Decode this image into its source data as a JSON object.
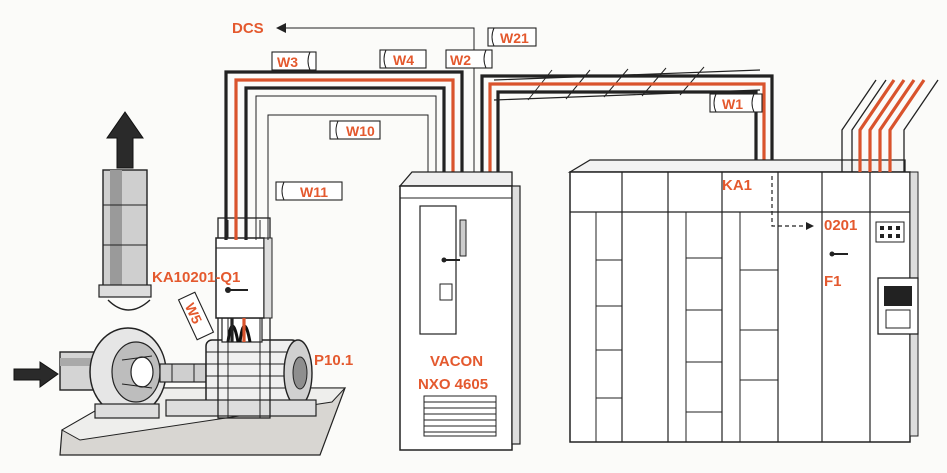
{
  "labels": {
    "dcs": "DCS",
    "w21": "W21",
    "w3": "W3",
    "w4": "W4",
    "w2": "W2",
    "w1": "W1",
    "w10": "W10",
    "w11": "W11",
    "w5": "W5",
    "ka10201": "KA10201-Q1",
    "p101": "P10.1",
    "vacon1": "VACON",
    "vacon2": "NXO 4605",
    "ka1": "KA1",
    "l0201": "0201",
    "f1": "F1"
  },
  "colors": {
    "accent": "#e4592e",
    "cable_red": "#d9532c",
    "ink": "#222222"
  }
}
